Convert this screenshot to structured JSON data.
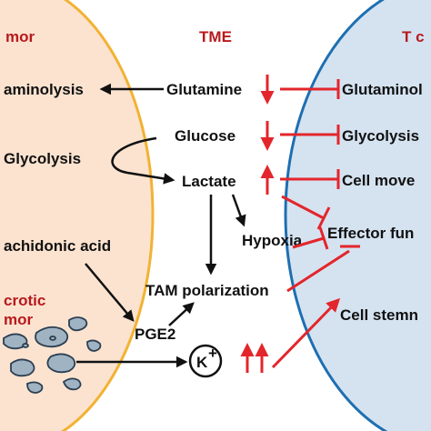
{
  "colors": {
    "tumor_fill": "#fbe3d0",
    "tumor_stroke": "#f2b233",
    "tcell_fill": "#d5e3f1",
    "tcell_stroke": "#1e6fb1",
    "red": "#e3262b",
    "title_red": "#b8191d",
    "black": "#111111",
    "cell_fill": "#9fb3c2",
    "cell_stroke": "#2c3f52"
  },
  "headers": {
    "tumor": "mor",
    "tme": "TME",
    "tcell": "T c"
  },
  "tumor": {
    "glutaminolysis": "aminolysis",
    "glycolysis": "Glycolysis",
    "arachidonic": "achidonic acid",
    "necrotic_line1": "crotic",
    "necrotic_line2": "mor"
  },
  "tme": {
    "glutamine": "Glutamine",
    "glucose": "Glucose",
    "lactate": "Lactate",
    "hypoxia": "Hypoxia",
    "tam": "TAM polarization",
    "pge2": "PGE2",
    "k": "K",
    "k_sup": "+"
  },
  "tcell": {
    "glutaminolysis": "Glutaminol",
    "glycolysis": "Glycolysis",
    "movement": "Cell move",
    "effector": "Effector fun",
    "stemness": "Cell stemn"
  },
  "icons": {
    "down_arrow": "red-down-arrow-icon",
    "up_arrow": "red-up-arrow-icon",
    "inhibit": "inhibition-bar-icon",
    "necrotic_cells": "necrotic-cell-debris-icon"
  }
}
